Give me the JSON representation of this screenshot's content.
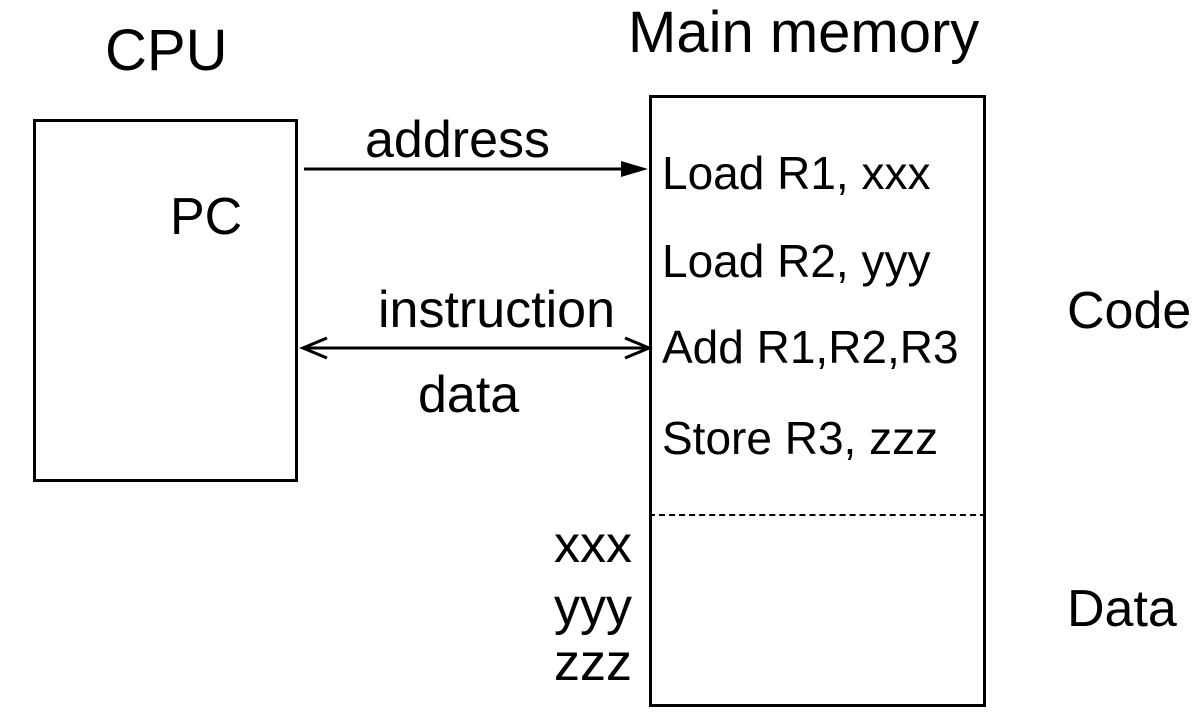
{
  "diagram": {
    "cpu": {
      "title": "CPU",
      "register": "PC"
    },
    "memory": {
      "title": "Main memory",
      "code_lines": [
        "Load R1, xxx",
        "Load R2, yyy",
        "Add R1,R2,R3",
        "Store R3, zzz"
      ],
      "data_labels": [
        "xxx",
        "yyy",
        "zzz"
      ]
    },
    "buses": {
      "address_label": "address",
      "instruction_label": "instruction",
      "data_label": "data"
    },
    "regions": {
      "code_label": "Code",
      "data_label": "Data"
    },
    "colors": {
      "foreground": "#000000",
      "background": "#ffffff"
    }
  }
}
